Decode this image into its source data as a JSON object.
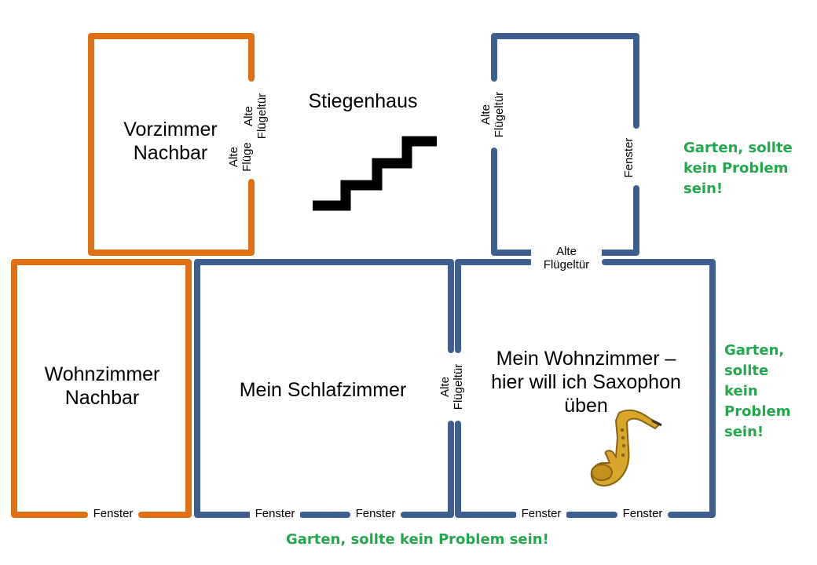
{
  "rooms": {
    "vorzimmer_nachbar": {
      "line1": "Vorzimmer",
      "line2": "Nachbar"
    },
    "wohnzimmer_nachbar": {
      "line1": "Wohnzimmer",
      "line2": "Nachbar"
    },
    "schlafzimmer": {
      "label": "Mein Schlafzimmer"
    },
    "wohnzimmer": {
      "line1": "Mein Wohnzimmer –",
      "line2": "hier will ich Saxophon",
      "line3": "üben"
    },
    "stiegenhaus": {
      "label": "Stiegenhaus"
    }
  },
  "labels": {
    "alte": "Alte",
    "fluegeltuer": "Flügeltür",
    "fluegeltuer_cut": "Flüge",
    "fenster": "Fenster"
  },
  "notes": {
    "garden_right_top": [
      "Garten, sollte",
      "kein Problem",
      "sein!"
    ],
    "garden_right": [
      "Garten,",
      "sollte",
      "kein",
      "Problem",
      "sein!"
    ],
    "garden_bottom": "Garten, sollte kein Problem sein!"
  },
  "colors": {
    "neighbor": "#e07014",
    "mine": "#3d5f8f",
    "note": "#22a84b"
  },
  "icons": {
    "stairs": "stairs-icon",
    "saxophone": "saxophone-icon"
  }
}
